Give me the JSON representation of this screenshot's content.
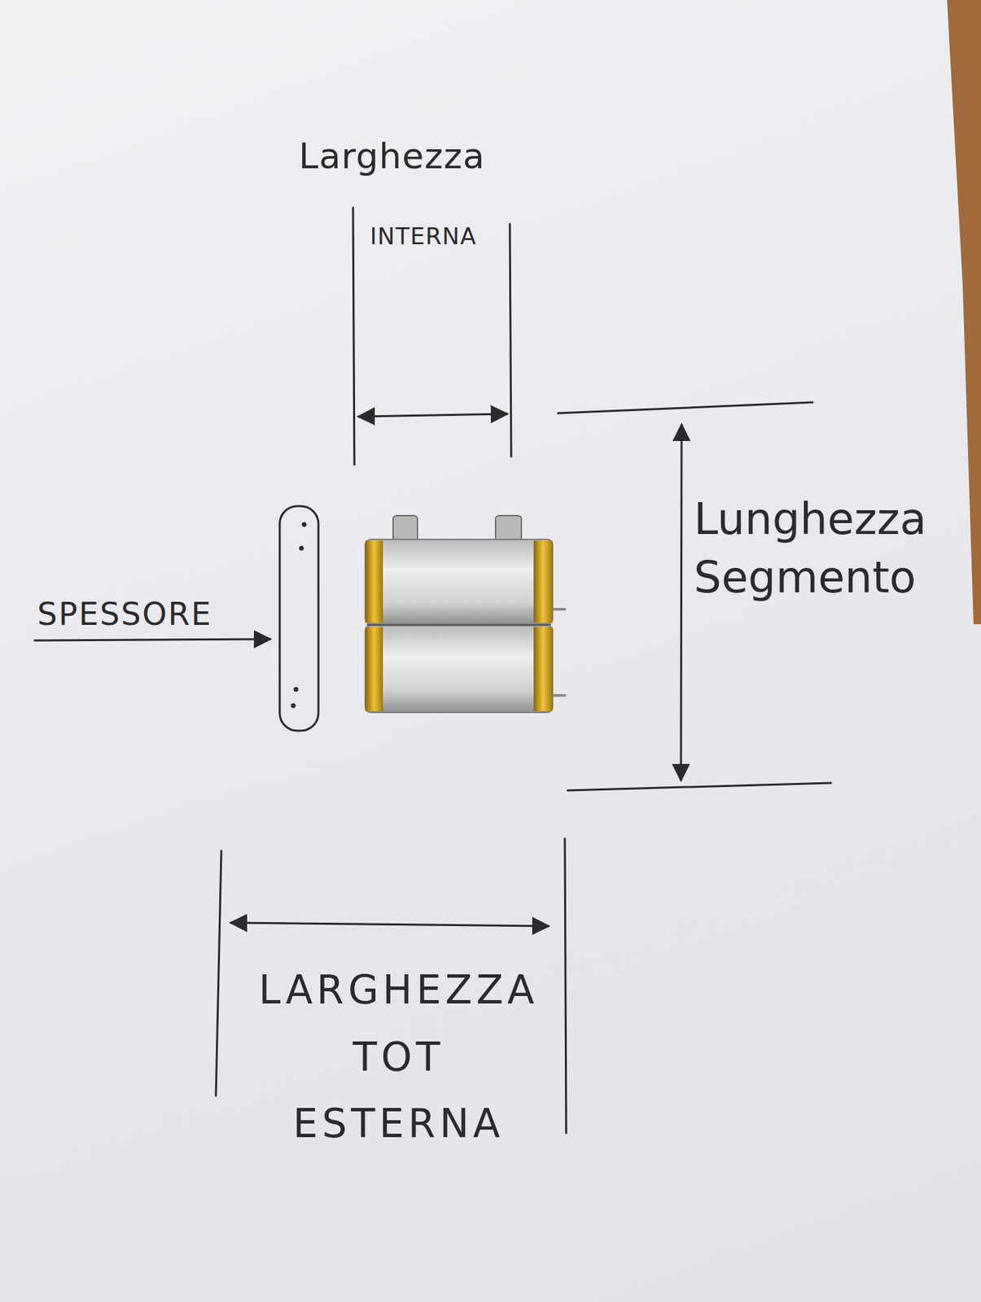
{
  "diagram": {
    "labels": [
      "Larghezza",
      "INTERNA",
      "Lunghezza Segmento",
      "SPESSORE",
      "LARGHEZZA TOT ESTERNA"
    ]
  }
}
